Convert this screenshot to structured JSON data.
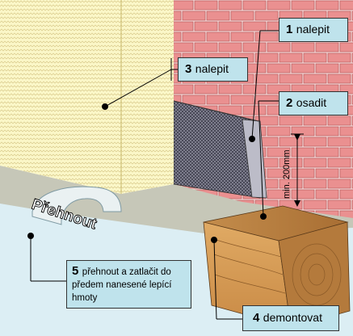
{
  "labels": {
    "l1": {
      "num": "1",
      "text": "nalepit"
    },
    "l2": {
      "num": "2",
      "text": "osadit"
    },
    "l3": {
      "num": "3",
      "text": "nalepit"
    },
    "l4": {
      "num": "4",
      "text": "demontovat"
    },
    "l5": {
      "num": "5",
      "line1": "přehnout a zatlačit do",
      "line2": "předem nanesené lepící",
      "line3": "hmoty"
    }
  },
  "annotations": {
    "bend": "Přehnout",
    "height": "min. 200mm"
  },
  "colors": {
    "insulation": "#fbf7c8",
    "insulation_edge": "#c8b86a",
    "brick": "#ea9090",
    "mortar": "#f6d8d8",
    "membrane": "#6e6e82",
    "floor": "#c6c7b8",
    "lower_area": "#dceef4",
    "label_bg": "#bfe3ec",
    "wood": "#d39a52"
  }
}
